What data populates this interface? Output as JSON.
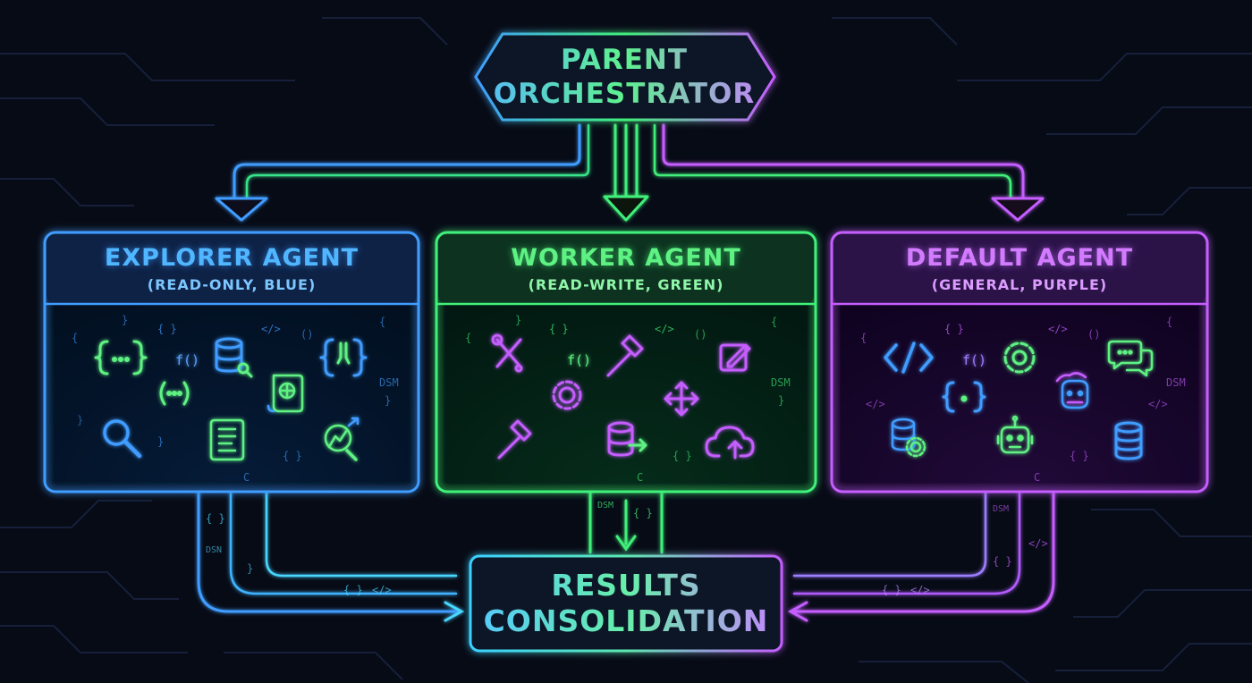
{
  "orchestrator": {
    "title_line1": "PARENT",
    "title_line2": "ORCHESTRATOR"
  },
  "agents": [
    {
      "title": "EXPLORER AGENT",
      "subtitle": "(READ-ONLY, BLUE)",
      "color": "#3f9dff",
      "icons": [
        "code-braces-icon",
        "database-search-icon",
        "code-bracket-icon",
        "function-icon",
        "ellipsis-parentheses-icon",
        "globe-document-icon",
        "magnifier-icon",
        "scroll-document-icon",
        "compass-analysis-icon"
      ]
    },
    {
      "title": "WORKER AGENT",
      "subtitle": "(READ-WRITE, GREEN)",
      "color": "#3ff07a",
      "icons": [
        "wrench-screwdriver-icon",
        "hammer-icon",
        "edit-icon",
        "function-icon",
        "gear-icon",
        "move-arrows-icon",
        "hammer-icon",
        "database-export-icon",
        "cloud-upload-icon"
      ]
    },
    {
      "title": "DEFAULT AGENT",
      "subtitle": "(GENERAL, PURPLE)",
      "color": "#c55dff",
      "icons": [
        "code-tag-icon",
        "gear-icon",
        "chat-icon",
        "function-icon",
        "code-braces-icon",
        "robot-head-icon",
        "database-gear-icon",
        "robot-icon",
        "database-icon"
      ]
    }
  ],
  "results": {
    "title_line1": "RESULTS",
    "title_line2": "CONSOLIDATION"
  },
  "glyphs": {
    "braces": "{ }",
    "tag": "</>",
    "func": "f()",
    "paren": "()",
    "dsm": "DSM",
    "dsn": "DSN",
    "open": "{",
    "close": "}",
    "c": "C",
    "bar": "|"
  },
  "colors": {
    "background": "#070b16",
    "blue": "#3f9dff",
    "green": "#3ff07a",
    "purple": "#c55dff",
    "cyan": "#49d6ff"
  }
}
